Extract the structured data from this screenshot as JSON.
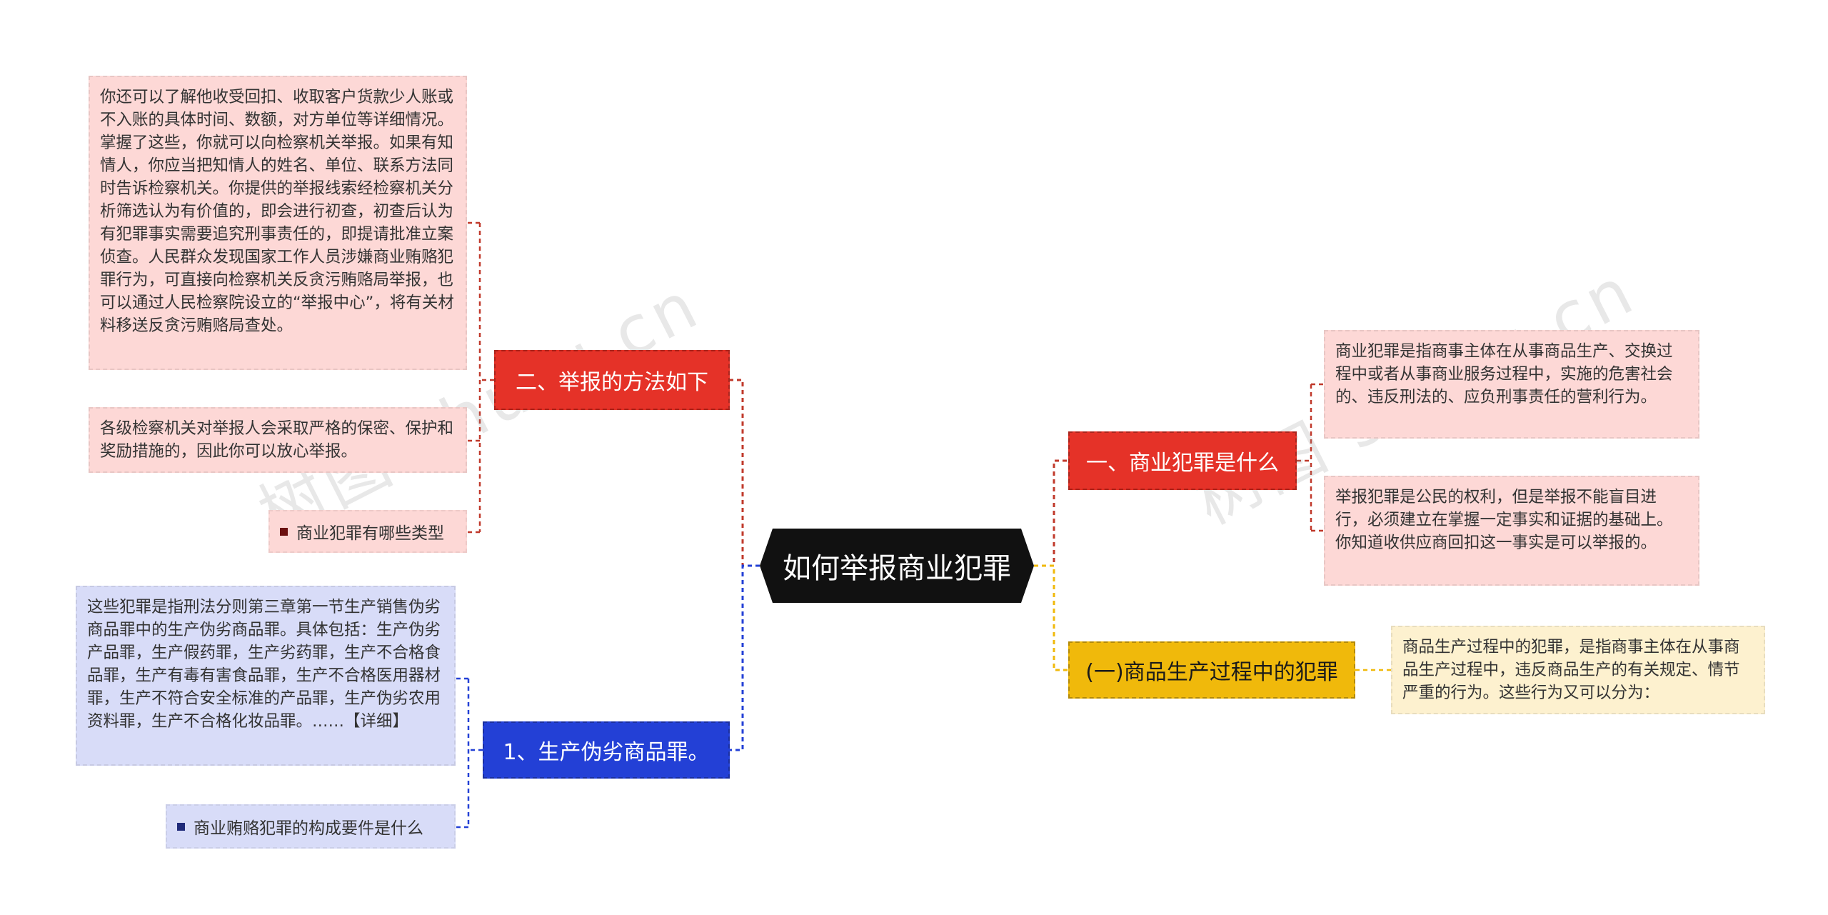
{
  "colors": {
    "main": "#111111",
    "branch_red": "#e53228",
    "branch_blue": "#2340d6",
    "branch_yellow": "#f0b90b",
    "note_pink": "#fdd8d6",
    "note_lilac": "#d8dcf8",
    "note_cream": "#fdf1cf"
  },
  "main_topic": "如何举报商业犯罪",
  "watermark": "树图 shutu.cn",
  "left": {
    "branch_methods": {
      "label": "二、举报的方法如下",
      "note_1": "你还可以了解他收受回扣、收取客户货款少人账或不入账的具体时间、数额，对方单位等详细情况。掌握了这些，你就可以向检察机关举报。如果有知情人，你应当把知情人的姓名、单位、联系方法同时告诉检察机关。你提供的举报线索经检察机关分析筛选认为有价值的，即会进行初查，初查后认为有犯罪事实需要追究刑事责任的，即提请批准立案侦查。人民群众发现国家工作人员涉嫌商业贿赂犯罪行为，可直接向检察机关反贪污贿赂局举报，也可以通过人民检察院设立的“举报中心”，将有关材料移送反贪污贿赂局查处。",
      "note_2": "各级检察机关对举报人会采取严格的保密、保护和奖励措施的，因此你可以放心举报。",
      "link": "商业犯罪有哪些类型",
      "link_icon": "square-bullet-icon"
    },
    "branch_fake_goods": {
      "label": "1、生产伪劣商品罪。",
      "note": "这些犯罪是指刑法分则第三章第一节生产销售伪劣商品罪中的生产伪劣商品罪。具体包括：生产伪劣产品罪，生产假药罪，生产劣药罪，生产不合格食品罪，生产有毒有害食品罪，生产不合格医用器材罪，生产不符合安全标准的产品罪，生产伪劣农用资料罪，生产不合格化妆品罪。……【详细】",
      "link": "商业贿赂犯罪的构成要件是什么",
      "link_icon": "square-bullet-icon"
    }
  },
  "right": {
    "branch_what": {
      "label": "一、商业犯罪是什么",
      "note_1": "商业犯罪是指商事主体在从事商品生产、交换过程中或者从事商业服务过程中，实施的危害社会的、违反刑法的、应负刑事责任的营利行为。",
      "note_2": "举报犯罪是公民的权利，但是举报不能盲目进行，必须建立在掌握一定事实和证据的基础上。你知道收供应商回扣这一事实是可以举报的。"
    },
    "branch_production": {
      "label": "(一)商品生产过程中的犯罪",
      "note": "商品生产过程中的犯罪，是指商事主体在从事商品生产过程中，违反商品生产的有关规定、情节严重的行为。这些行为又可以分为："
    }
  }
}
